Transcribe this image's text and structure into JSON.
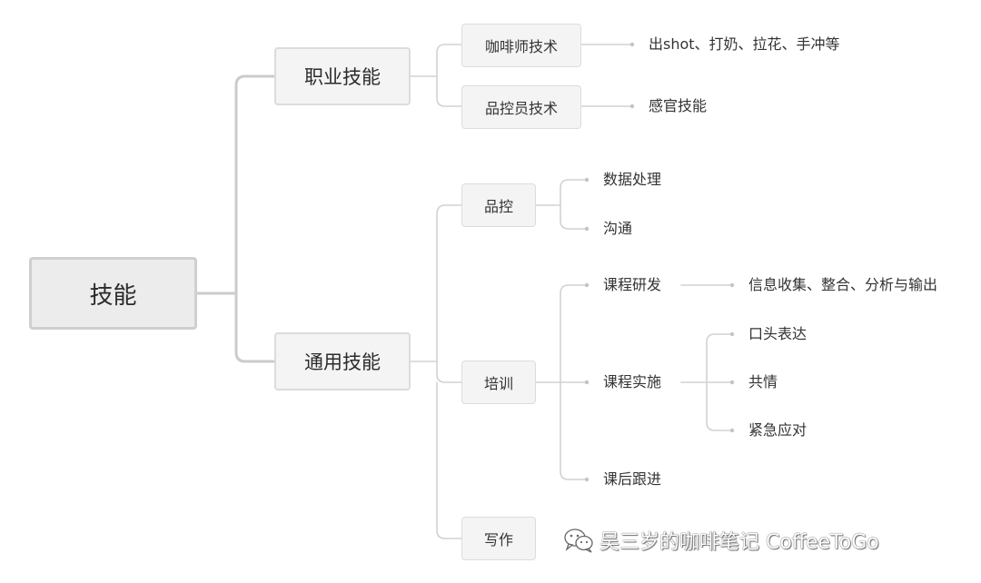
{
  "root": "技能",
  "branches": {
    "professional": {
      "label": "职业技能",
      "barista": {
        "label": "咖啡师技术",
        "detail": "出shot、打奶、拉花、手冲等"
      },
      "qc_tech": {
        "label": "品控员技术",
        "detail": "感官技能"
      }
    },
    "general": {
      "label": "通用技能",
      "qc": {
        "label": "品控",
        "items": [
          "数据处理",
          "沟通"
        ]
      },
      "training": {
        "label": "培训",
        "course_dev": {
          "label": "课程研发",
          "detail": "信息收集、整合、分析与输出"
        },
        "course_impl": {
          "label": "课程实施",
          "items": [
            "口头表达",
            "共情",
            "紧急应对"
          ]
        },
        "follow_up": {
          "label": "课后跟进"
        }
      },
      "writing": {
        "label": "写作"
      }
    }
  },
  "watermark": {
    "text": "吴三岁的咖啡笔记 CoffeeToGo",
    "icon": "wechat-icon"
  },
  "colors": {
    "line": "#c8c8c8",
    "box_fill": "#f4f4f4",
    "box_border": "#dcdcdc"
  }
}
